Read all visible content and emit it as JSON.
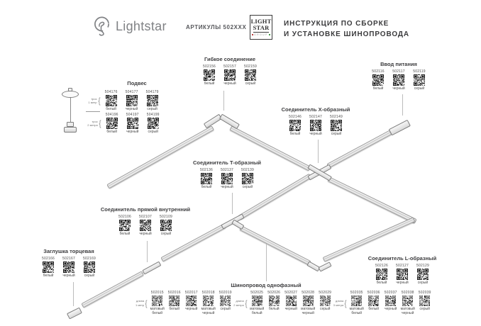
{
  "header": {
    "logo_text": "Lightstar",
    "articles_label": "АРТИКУЛЫ 502XXX",
    "group_logo": {
      "line1": "LIGHT",
      "line2": "STAR",
      "line3": "GROUP",
      "accent_red": "#bf4040",
      "accent_green": "#3f9a47"
    },
    "title_line1": "ИНСТРУКЦИЯ ПО СБОРКЕ",
    "title_line2": "И УСТАНОВКЕ ШИНОПРОВОДА"
  },
  "groups": {
    "podves": {
      "title": "Подвес",
      "rows": [
        {
          "brace_label": [
            "трос",
            "1 метр"
          ],
          "items": [
            {
              "code": "504176",
              "color": "белый"
            },
            {
              "code": "504177",
              "color": "черный"
            },
            {
              "code": "504179",
              "color": "серый"
            }
          ]
        },
        {
          "brace_label": [
            "трос",
            "2 метра"
          ],
          "items": [
            {
              "code": "504196",
              "color": "белый"
            },
            {
              "code": "504197",
              "color": "черный"
            },
            {
              "code": "504199",
              "color": "серый"
            }
          ]
        }
      ]
    },
    "flex": {
      "title": "Гибкое соединение",
      "items": [
        {
          "code": "502156",
          "color": "белый"
        },
        {
          "code": "502157",
          "color": "черный"
        },
        {
          "code": "502159",
          "color": "серый"
        }
      ]
    },
    "power": {
      "title": "Ввод питания",
      "items": [
        {
          "code": "502116",
          "color": "белый"
        },
        {
          "code": "502117",
          "color": "черный"
        },
        {
          "code": "502119",
          "color": "серый"
        }
      ]
    },
    "x_conn": {
      "title": "Соединитель X-образный",
      "items": [
        {
          "code": "502146",
          "color": "белый"
        },
        {
          "code": "502147",
          "color": "черный"
        },
        {
          "code": "502149",
          "color": "серый"
        }
      ]
    },
    "t_conn": {
      "title": "Соединитель T-образный",
      "items": [
        {
          "code": "502136",
          "color": "белый"
        },
        {
          "code": "502137",
          "color": "черный"
        },
        {
          "code": "502139",
          "color": "серый"
        }
      ]
    },
    "straight_conn": {
      "title": "Соединитель прямой внутренний",
      "items": [
        {
          "code": "502106",
          "color": "белый"
        },
        {
          "code": "502107",
          "color": "черный"
        },
        {
          "code": "502109",
          "color": "серый"
        }
      ]
    },
    "endcap": {
      "title": "Заглушка торцевая",
      "items": [
        {
          "code": "502166",
          "color": "белый"
        },
        {
          "code": "502167",
          "color": "черный"
        },
        {
          "code": "502169",
          "color": "серый"
        }
      ]
    },
    "l_conn": {
      "title": "Соединитель L-образный",
      "items": [
        {
          "code": "502126",
          "color": "белый"
        },
        {
          "code": "502127",
          "color": "черный"
        },
        {
          "code": "502129",
          "color": "серый"
        }
      ]
    },
    "track": {
      "title": "Шинопровод однофазный",
      "subgroups": [
        {
          "brace_label": [
            "длина",
            "1 метр"
          ],
          "items": [
            {
              "code": "502015",
              "color": "матовый белый"
            },
            {
              "code": "502016",
              "color": "белый"
            },
            {
              "code": "502017",
              "color": "черный"
            },
            {
              "code": "502018",
              "color": "матовый черный"
            },
            {
              "code": "502019",
              "color": "серый"
            }
          ]
        },
        {
          "brace_label": [
            "длина",
            "2 метра"
          ],
          "items": [
            {
              "code": "502025",
              "color": "матовый белый"
            },
            {
              "code": "502026",
              "color": "белый"
            },
            {
              "code": "502027",
              "color": "черный"
            },
            {
              "code": "502028",
              "color": "матовый черный"
            },
            {
              "code": "502029",
              "color": "серый"
            }
          ]
        },
        {
          "brace_label": [
            "длина",
            "3 метра"
          ],
          "items": [
            {
              "code": "502035",
              "color": "матовый белый"
            },
            {
              "code": "502036",
              "color": "белый"
            },
            {
              "code": "502037",
              "color": "черный"
            },
            {
              "code": "502038",
              "color": "матовый черный"
            },
            {
              "code": "502039",
              "color": "серый"
            }
          ]
        }
      ]
    }
  }
}
